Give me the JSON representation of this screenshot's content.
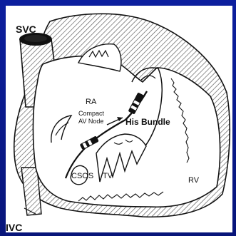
{
  "diagram": {
    "labels": {
      "svc": "SVC",
      "ivc": "IVC",
      "ra": "RA",
      "compact_av_node_line1": "Compact",
      "compact_av_node_line2": "AV Node",
      "his_bundle": "His Bundle",
      "csos": "CSOS",
      "tv": "TV",
      "rv": "RV"
    },
    "colors": {
      "background": "#0a1a8c",
      "panel": "#ffffff",
      "line": "#111111",
      "hatch": "#444444"
    }
  }
}
